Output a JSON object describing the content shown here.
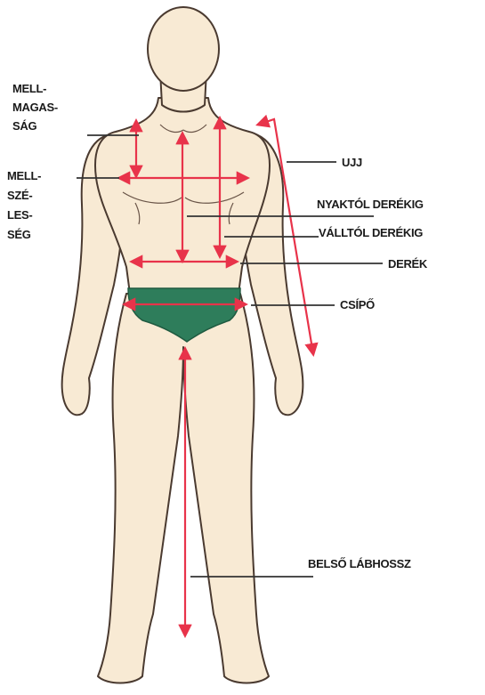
{
  "colors": {
    "skin": "#f8ead4",
    "outline": "#4a3a30",
    "briefs": "#2e7d5b",
    "measure": "#e8334a",
    "leader": "#333333"
  },
  "labels": {
    "chest_height": [
      "MELL-",
      "MAGAS-",
      "SÁG"
    ],
    "chest_width": [
      "MELL-",
      "SZÉ-",
      "LES-",
      "SÉG"
    ],
    "sleeve": "UJJ",
    "neck_to_waist": "NYAKTÓL DERÉKIG",
    "shoulder_to_waist": "VÁLLTÓL DERÉKIG",
    "waist": "DERÉK",
    "hip": "CSÍPŐ",
    "inseam": "BELSŐ LÁBHOSSZ"
  }
}
